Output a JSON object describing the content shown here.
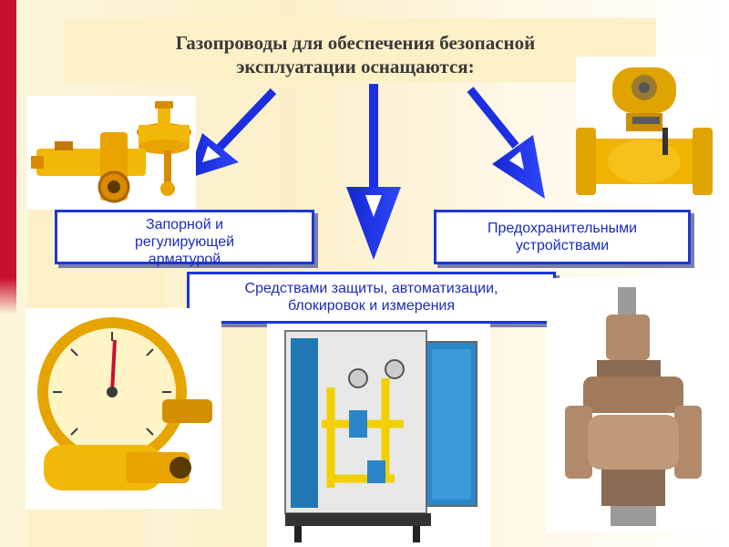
{
  "title": {
    "line1": "Газопроводы для обеспечения безопасной",
    "line2": "эксплуатации оснащаются:"
  },
  "boxes": {
    "shutoff": {
      "line1": "Запорной и",
      "line2": "регулирующей",
      "line3": "арматурой"
    },
    "safety": {
      "line1": "Предохранительными",
      "line2": "устройствами"
    },
    "protection": {
      "line1": "Средствами защиты, автоматизации,",
      "line2": "блокировок и измерения"
    }
  },
  "colors": {
    "accent_red": "#c8102e",
    "arrow_blue": "#1b2fe0",
    "box_text": "#1b2bb8",
    "equipment_yellow": "#f2b807"
  }
}
